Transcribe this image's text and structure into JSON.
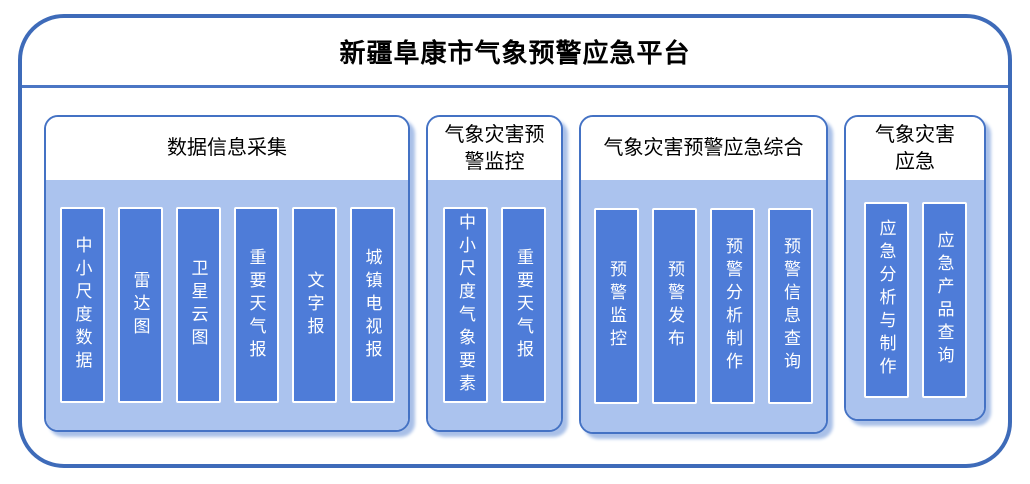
{
  "title": "新疆阜康市气象预警应急平台",
  "groups": [
    {
      "header": "数据信息采集",
      "items": [
        "中小尺度数据",
        "雷达图",
        "卫星云图",
        "重要天气报",
        "文字报",
        "城镇电视报"
      ]
    },
    {
      "header": "气象灾害预警监控",
      "items": [
        "中小尺度气象要素",
        "重要天气报"
      ]
    },
    {
      "header": "气象灾害预警应急综合",
      "items": [
        "预警监控",
        "预警发布",
        "预警分析制作",
        "预警信息查询"
      ]
    },
    {
      "header": "气象灾害应急",
      "items": [
        "应急分析与制作",
        "应急产品查询"
      ]
    }
  ],
  "colors": {
    "outer_border": "#3E6BB9",
    "separator_line": "#4B76C4",
    "group_border": "#4472C4",
    "group_body_fill": "#ABC3EE",
    "item_fill": "#4E7CD8",
    "item_border": "#FFFFFF",
    "item_text": "#FFFFFF",
    "header_text": "#000000",
    "shadow": "#A9C0E8"
  }
}
